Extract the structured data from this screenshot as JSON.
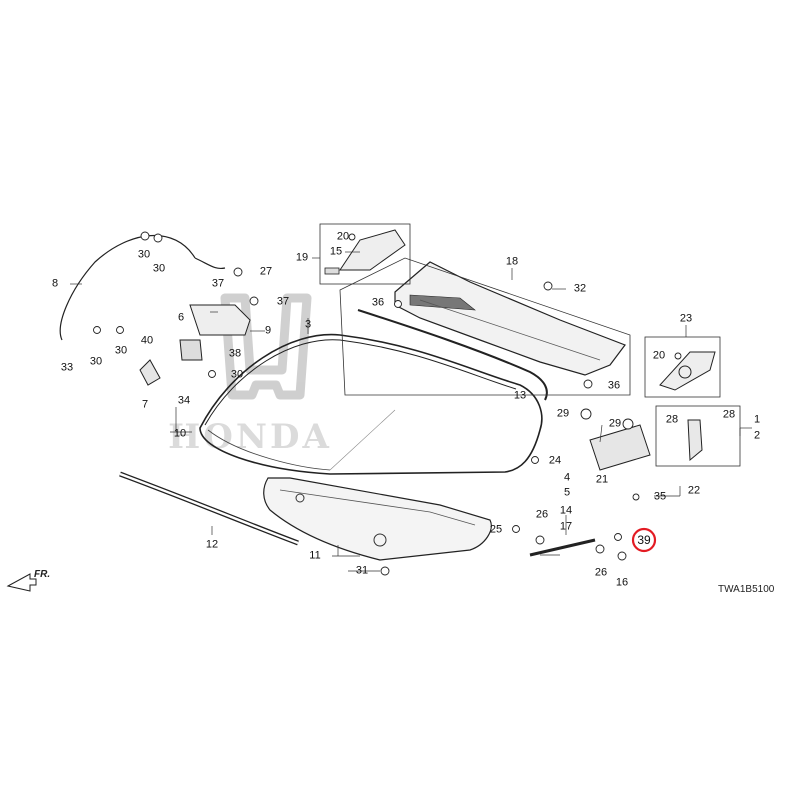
{
  "brand_watermark": "HONDA",
  "direction_marker": "FR.",
  "diagram_code": "TWA1B5100",
  "highlight_color": "#e31b23",
  "highlighted_part": "39",
  "callouts": {
    "c1": "1",
    "c2": "2",
    "c3": "3",
    "c4": "4",
    "c5": "5",
    "c6": "6",
    "c7": "7",
    "c8": "8",
    "c9": "9",
    "c10": "10",
    "c11": "11",
    "c12": "12",
    "c13": "13",
    "c14": "14",
    "c15": "15",
    "c16": "16",
    "c17": "17",
    "c18": "18",
    "c19": "19",
    "c20a": "20",
    "c20b": "20",
    "c21": "21",
    "c22": "22",
    "c23": "23",
    "c24": "24",
    "c25": "25",
    "c26a": "26",
    "c26b": "26",
    "c27": "27",
    "c28a": "28",
    "c28b": "28",
    "c29a": "29",
    "c29b": "29",
    "c30a": "30",
    "c30b": "30",
    "c30c": "30",
    "c30d": "30",
    "c30e": "30",
    "c31": "31",
    "c32": "32",
    "c33": "33",
    "c34": "34",
    "c35": "35",
    "c36a": "36",
    "c36b": "36",
    "c37a": "37",
    "c37b": "37",
    "c38": "38",
    "c39": "39",
    "c40": "40"
  }
}
